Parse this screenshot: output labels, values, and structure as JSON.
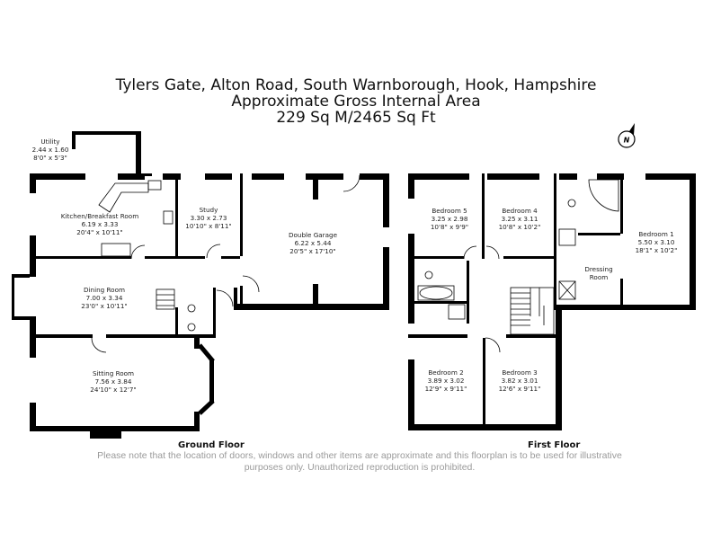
{
  "header": {
    "address": "Tylers Gate, Alton Road, South Warnborough, Hook, Hampshire",
    "area_label": "Approximate Gross Internal Area",
    "area_value": "229 Sq M/2465 Sq Ft"
  },
  "compass": {
    "label": "N",
    "icon": "north-compass-icon"
  },
  "ground_floor": {
    "label": "Ground Floor",
    "rooms": [
      {
        "name": "Utility",
        "metric": "2.44 x 1.60",
        "imperial": "8'0\" x 5'3\""
      },
      {
        "name": "Kitchen/Breakfast Room",
        "metric": "6.19 x 3.33",
        "imperial": "20'4\" x 10'11\""
      },
      {
        "name": "Study",
        "metric": "3.30 x 2.73",
        "imperial": "10'10\" x 8'11\""
      },
      {
        "name": "Double Garage",
        "metric": "6.22 x 5.44",
        "imperial": "20'5\" x 17'10\""
      },
      {
        "name": "Dining Room",
        "metric": "7.00 x 3.34",
        "imperial": "23'0\" x 10'11\""
      },
      {
        "name": "Sitting Room",
        "metric": "7.56 x 3.84",
        "imperial": "24'10\" x 12'7\""
      }
    ]
  },
  "first_floor": {
    "label": "First Floor",
    "rooms": [
      {
        "name": "Bedroom 5",
        "metric": "3.25 x 2.98",
        "imperial": "10'8\" x 9'9\""
      },
      {
        "name": "Bedroom 4",
        "metric": "3.25 x 3.11",
        "imperial": "10'8\" x 10'2\""
      },
      {
        "name": "Bedroom 1",
        "metric": "5.50 x 3.10",
        "imperial": "18'1\" x 10'2\""
      },
      {
        "name": "Bedroom 2",
        "metric": "3.89 x 3.02",
        "imperial": "12'9\" x 9'11\""
      },
      {
        "name": "Bedroom 3",
        "metric": "3.82 x 3.01",
        "imperial": "12'6\" x 9'11\""
      }
    ],
    "dressing_room": [
      "Dressing",
      "Room"
    ]
  },
  "disclaimer": {
    "line1": "Please note that the location of doors, windows and other items are approximate and this floorplan is to be used for illustrative",
    "line2": "purposes only. Unauthorized reproduction is prohibited."
  },
  "colors": {
    "wall": "#000000",
    "text": "#222222",
    "disclaimer": "#9a9a9a"
  }
}
